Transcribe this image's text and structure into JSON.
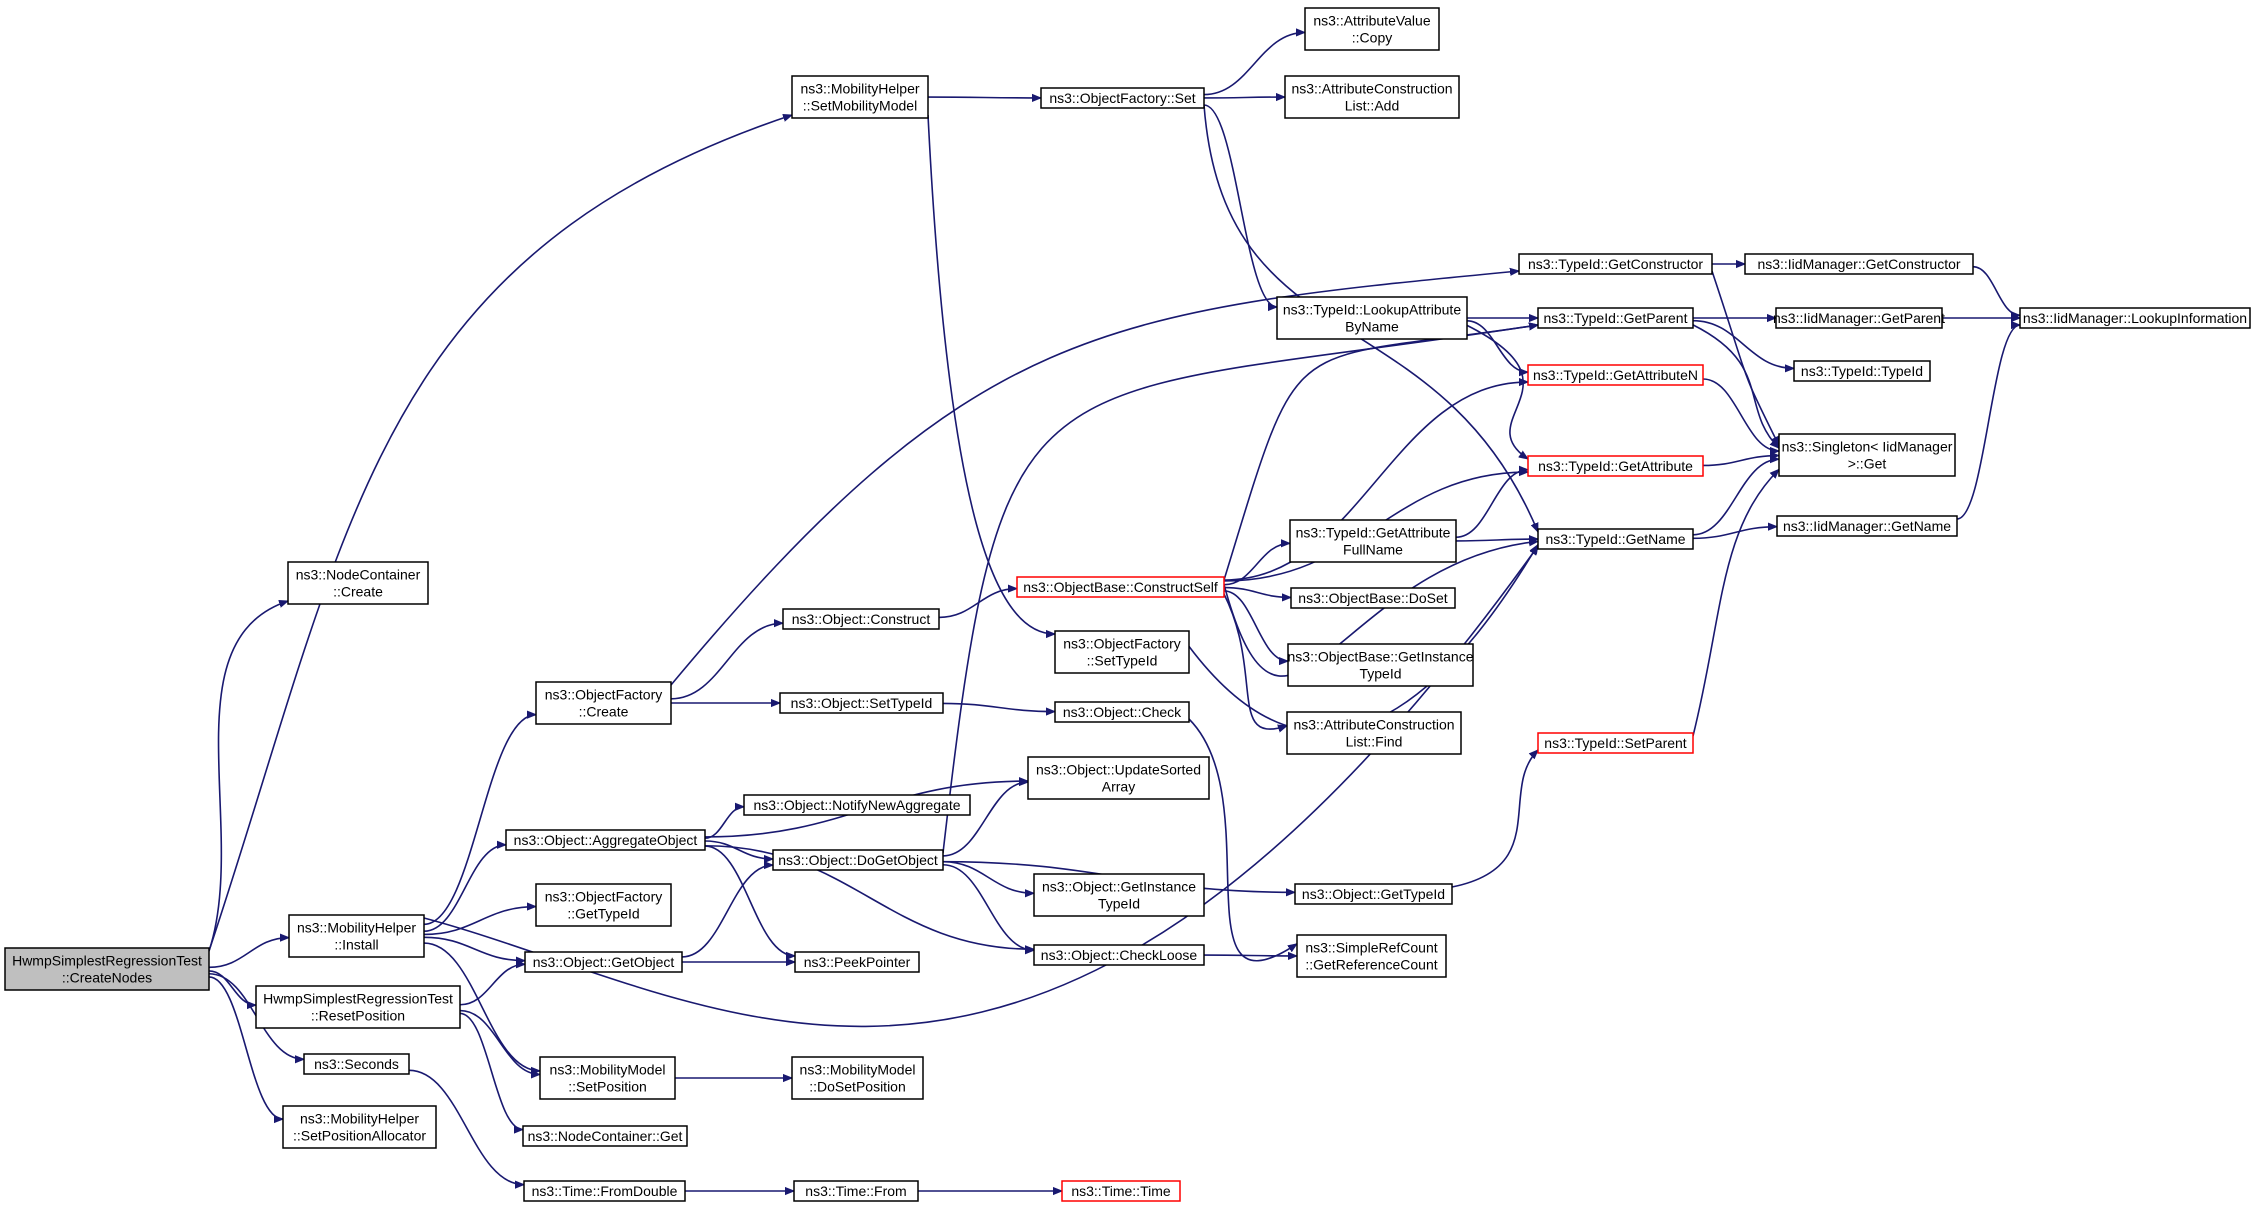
{
  "colors": {
    "edge": "#191970",
    "node_border": "#000000",
    "node_fill": "#ffffff",
    "root_fill": "#bfbfbf",
    "incomplete_border": "#ff0000"
  },
  "diagram": {
    "nodes": [
      {
        "id": "root",
        "label": [
          "HwmpSimplestRegressionTest",
          "::CreateNodes"
        ],
        "style": "root"
      },
      {
        "id": "nc_create",
        "label": [
          "ns3::NodeContainer",
          "::Create"
        ]
      },
      {
        "id": "mh_setmob",
        "label": [
          "ns3::MobilityHelper",
          "::SetMobilityModel"
        ]
      },
      {
        "id": "of_set",
        "label": [
          "ns3::ObjectFactory::Set"
        ]
      },
      {
        "id": "av_copy",
        "label": [
          "ns3::AttributeValue",
          "::Copy"
        ]
      },
      {
        "id": "acl_add",
        "label": [
          "ns3::AttributeConstruction",
          "List::Add"
        ]
      },
      {
        "id": "tid_getctor",
        "label": [
          "ns3::TypeId::GetConstructor"
        ]
      },
      {
        "id": "iid_getctor",
        "label": [
          "ns3::IidManager::GetConstructor"
        ]
      },
      {
        "id": "tid_lookup",
        "label": [
          "ns3::TypeId::LookupAttribute",
          "ByName"
        ]
      },
      {
        "id": "tid_getparent",
        "label": [
          "ns3::TypeId::GetParent"
        ]
      },
      {
        "id": "iid_getparent",
        "label": [
          "ns3::IidManager::GetParent"
        ]
      },
      {
        "id": "iid_lookupinfo",
        "label": [
          "ns3::IidManager::LookupInformation"
        ]
      },
      {
        "id": "tid_typeid",
        "label": [
          "ns3::TypeId::TypeId"
        ]
      },
      {
        "id": "tid_getattrn",
        "label": [
          "ns3::TypeId::GetAttributeN"
        ],
        "style": "incomplete"
      },
      {
        "id": "singleton_get",
        "label": [
          "ns3::Singleton< IidManager",
          ">::Get"
        ]
      },
      {
        "id": "tid_getattr",
        "label": [
          "ns3::TypeId::GetAttribute"
        ],
        "style": "incomplete"
      },
      {
        "id": "tid_getattrfull",
        "label": [
          "ns3::TypeId::GetAttribute",
          "FullName"
        ]
      },
      {
        "id": "tid_getname",
        "label": [
          "ns3::TypeId::GetName"
        ]
      },
      {
        "id": "iid_getname",
        "label": [
          "ns3::IidManager::GetName"
        ]
      },
      {
        "id": "ob_construct",
        "label": [
          "ns3::ObjectBase::ConstructSelf"
        ],
        "style": "incomplete"
      },
      {
        "id": "ob_doset",
        "label": [
          "ns3::ObjectBase::DoSet"
        ]
      },
      {
        "id": "o_construct",
        "label": [
          "ns3::Object::Construct"
        ]
      },
      {
        "id": "of_settypeid",
        "label": [
          "ns3::ObjectFactory",
          "::SetTypeId"
        ]
      },
      {
        "id": "ob_getinst",
        "label": [
          "ns3::ObjectBase::GetInstance",
          "TypeId"
        ]
      },
      {
        "id": "of_create",
        "label": [
          "ns3::ObjectFactory",
          "::Create"
        ]
      },
      {
        "id": "o_settypeid",
        "label": [
          "ns3::Object::SetTypeId"
        ]
      },
      {
        "id": "o_check",
        "label": [
          "ns3::Object::Check"
        ]
      },
      {
        "id": "acl_find",
        "label": [
          "ns3::AttributeConstruction",
          "List::Find"
        ]
      },
      {
        "id": "tid_setparent",
        "label": [
          "ns3::TypeId::SetParent"
        ],
        "style": "incomplete"
      },
      {
        "id": "o_updatesorted",
        "label": [
          "ns3::Object::UpdateSorted",
          "Array"
        ]
      },
      {
        "id": "o_notify",
        "label": [
          "ns3::Object::NotifyNewAggregate"
        ]
      },
      {
        "id": "o_aggregate",
        "label": [
          "ns3::Object::AggregateObject"
        ]
      },
      {
        "id": "o_dogetobject",
        "label": [
          "ns3::Object::DoGetObject"
        ]
      },
      {
        "id": "o_getinsttid",
        "label": [
          "ns3::Object::GetInstance",
          "TypeId"
        ]
      },
      {
        "id": "o_gettypeid",
        "label": [
          "ns3::Object::GetTypeId"
        ]
      },
      {
        "id": "of_gettypeid",
        "label": [
          "ns3::ObjectFactory",
          "::GetTypeId"
        ]
      },
      {
        "id": "mh_install",
        "label": [
          "ns3::MobilityHelper",
          "::Install"
        ]
      },
      {
        "id": "o_checkloose",
        "label": [
          "ns3::Object::CheckLoose"
        ]
      },
      {
        "id": "src_getrefcount",
        "label": [
          "ns3::SimpleRefCount",
          "::GetReferenceCount"
        ]
      },
      {
        "id": "o_getobject",
        "label": [
          "ns3::Object::GetObject"
        ]
      },
      {
        "id": "peekpointer",
        "label": [
          "ns3::PeekPointer"
        ]
      },
      {
        "id": "hw_resetpos",
        "label": [
          "HwmpSimplestRegressionTest",
          "::ResetPosition"
        ]
      },
      {
        "id": "seconds",
        "label": [
          "ns3::Seconds"
        ]
      },
      {
        "id": "mm_setpos",
        "label": [
          "ns3::MobilityModel",
          "::SetPosition"
        ]
      },
      {
        "id": "mm_dosetpos",
        "label": [
          "ns3::MobilityModel",
          "::DoSetPosition"
        ]
      },
      {
        "id": "mh_setposalloc",
        "label": [
          "ns3::MobilityHelper",
          "::SetPositionAllocator"
        ]
      },
      {
        "id": "nc_get",
        "label": [
          "ns3::NodeContainer::Get"
        ]
      },
      {
        "id": "t_fromdouble",
        "label": [
          "ns3::Time::FromDouble"
        ]
      },
      {
        "id": "t_from",
        "label": [
          "ns3::Time::From"
        ]
      },
      {
        "id": "t_time",
        "label": [
          "ns3::Time::Time"
        ],
        "style": "incomplete"
      }
    ],
    "edges": [
      [
        "root",
        "nc_create"
      ],
      [
        "root",
        "mh_setmob"
      ],
      [
        "root",
        "mh_install"
      ],
      [
        "root",
        "hw_resetpos"
      ],
      [
        "root",
        "seconds"
      ],
      [
        "root",
        "mh_setposalloc"
      ],
      [
        "mh_setmob",
        "of_set"
      ],
      [
        "mh_setmob",
        "of_settypeid"
      ],
      [
        "of_set",
        "av_copy"
      ],
      [
        "of_set",
        "acl_add"
      ],
      [
        "of_set",
        "tid_lookup"
      ],
      [
        "of_set",
        "tid_getname"
      ],
      [
        "tid_getctor",
        "iid_getctor"
      ],
      [
        "tid_getctor",
        "singleton_get"
      ],
      [
        "iid_getctor",
        "iid_lookupinfo"
      ],
      [
        "tid_lookup",
        "tid_getparent"
      ],
      [
        "tid_lookup",
        "tid_getattrn"
      ],
      [
        "tid_lookup",
        "tid_getattr"
      ],
      [
        "tid_getparent",
        "iid_getparent"
      ],
      [
        "tid_getparent",
        "tid_typeid"
      ],
      [
        "tid_getparent",
        "singleton_get"
      ],
      [
        "iid_getparent",
        "iid_lookupinfo"
      ],
      [
        "tid_getattrn",
        "singleton_get"
      ],
      [
        "tid_getattr",
        "singleton_get"
      ],
      [
        "tid_getattrfull",
        "tid_getattr"
      ],
      [
        "tid_getattrfull",
        "tid_getname"
      ],
      [
        "tid_getname",
        "iid_getname"
      ],
      [
        "tid_getname",
        "singleton_get"
      ],
      [
        "iid_getname",
        "iid_lookupinfo"
      ],
      [
        "ob_construct",
        "tid_getparent"
      ],
      [
        "ob_construct",
        "tid_getattrn"
      ],
      [
        "ob_construct",
        "tid_getattr"
      ],
      [
        "ob_construct",
        "tid_getattrfull"
      ],
      [
        "ob_construct",
        "ob_doset"
      ],
      [
        "ob_construct",
        "ob_getinst"
      ],
      [
        "ob_construct",
        "acl_find"
      ],
      [
        "ob_construct",
        "tid_getname"
      ],
      [
        "o_construct",
        "ob_construct"
      ],
      [
        "of_settypeid",
        "tid_getname"
      ],
      [
        "of_create",
        "tid_getctor"
      ],
      [
        "of_create",
        "o_construct"
      ],
      [
        "of_create",
        "o_settypeid"
      ],
      [
        "o_settypeid",
        "o_check"
      ],
      [
        "o_check",
        "src_getrefcount"
      ],
      [
        "tid_setparent",
        "singleton_get"
      ],
      [
        "o_aggregate",
        "o_updatesorted"
      ],
      [
        "o_aggregate",
        "o_notify"
      ],
      [
        "o_aggregate",
        "o_dogetobject"
      ],
      [
        "o_aggregate",
        "o_checkloose"
      ],
      [
        "o_aggregate",
        "peekpointer"
      ],
      [
        "o_dogetobject",
        "o_updatesorted"
      ],
      [
        "o_dogetobject",
        "o_getinsttid"
      ],
      [
        "o_dogetobject",
        "o_gettypeid"
      ],
      [
        "o_dogetobject",
        "o_checkloose"
      ],
      [
        "o_dogetobject",
        "tid_getparent"
      ],
      [
        "o_gettypeid",
        "tid_setparent"
      ],
      [
        "mh_install",
        "of_create"
      ],
      [
        "mh_install",
        "o_aggregate"
      ],
      [
        "mh_install",
        "of_gettypeid"
      ],
      [
        "mh_install",
        "o_getobject"
      ],
      [
        "mh_install",
        "mm_setpos"
      ],
      [
        "mh_install",
        "tid_getname"
      ],
      [
        "o_checkloose",
        "src_getrefcount"
      ],
      [
        "o_getobject",
        "o_dogetobject"
      ],
      [
        "o_getobject",
        "peekpointer"
      ],
      [
        "hw_resetpos",
        "o_getobject"
      ],
      [
        "hw_resetpos",
        "mm_setpos"
      ],
      [
        "hw_resetpos",
        "nc_get"
      ],
      [
        "seconds",
        "t_fromdouble"
      ],
      [
        "mm_setpos",
        "mm_dosetpos"
      ],
      [
        "t_fromdouble",
        "t_from"
      ],
      [
        "t_from",
        "t_time"
      ]
    ]
  }
}
